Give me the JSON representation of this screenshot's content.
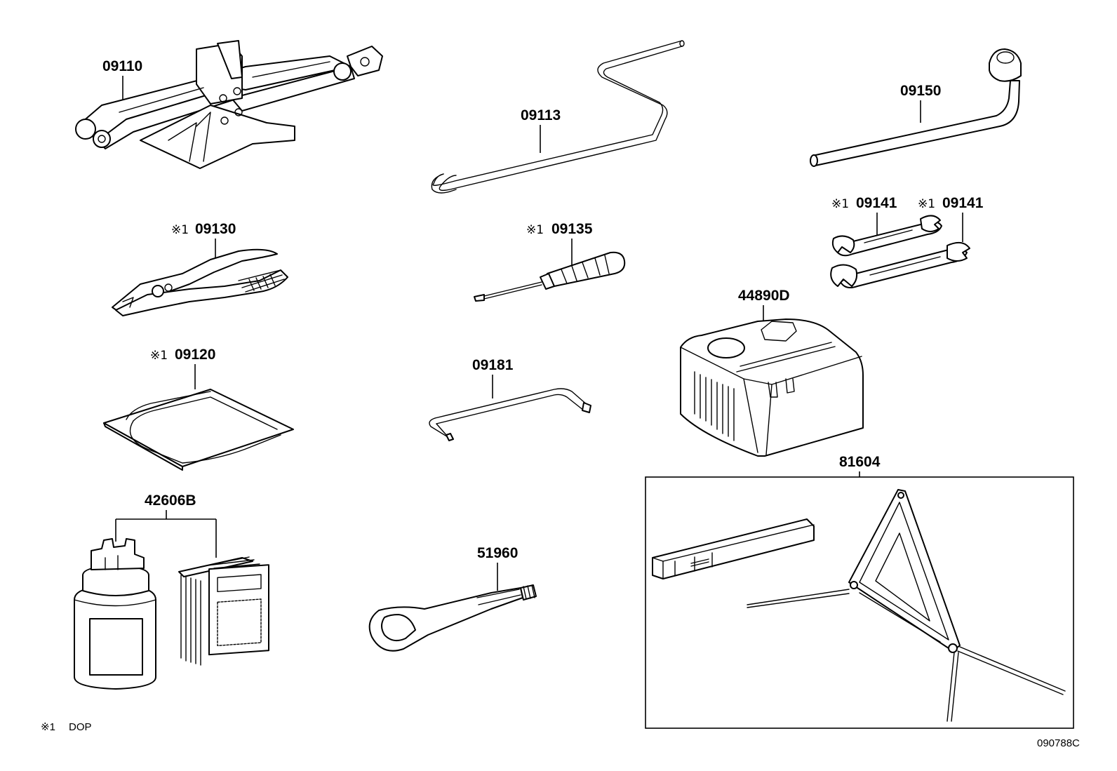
{
  "parts": [
    {
      "id": "jack",
      "number": "09110",
      "mark": ""
    },
    {
      "id": "jack-handle",
      "number": "09113",
      "mark": ""
    },
    {
      "id": "wheel-nut-wrench",
      "number": "09150",
      "mark": ""
    },
    {
      "id": "pliers",
      "number": "09130",
      "mark": "※1"
    },
    {
      "id": "screwdriver",
      "number": "09135",
      "mark": "※1"
    },
    {
      "id": "wrench-upper",
      "number": "09141",
      "mark": "※1"
    },
    {
      "id": "wrench-lower",
      "number": "09141",
      "mark": "※1"
    },
    {
      "id": "tool-bag",
      "number": "09120",
      "mark": "※1"
    },
    {
      "id": "hex-wrench",
      "number": "09181",
      "mark": ""
    },
    {
      "id": "compressor",
      "number": "44890D",
      "mark": ""
    },
    {
      "id": "warning-triangle-kit",
      "number": "81604",
      "mark": ""
    },
    {
      "id": "repair-kit",
      "number": "42606B",
      "mark": ""
    },
    {
      "id": "towing-eye",
      "number": "51960",
      "mark": ""
    }
  ],
  "footnote": {
    "mark": "※1",
    "text": "DOP"
  },
  "diagram_code": "090788C"
}
